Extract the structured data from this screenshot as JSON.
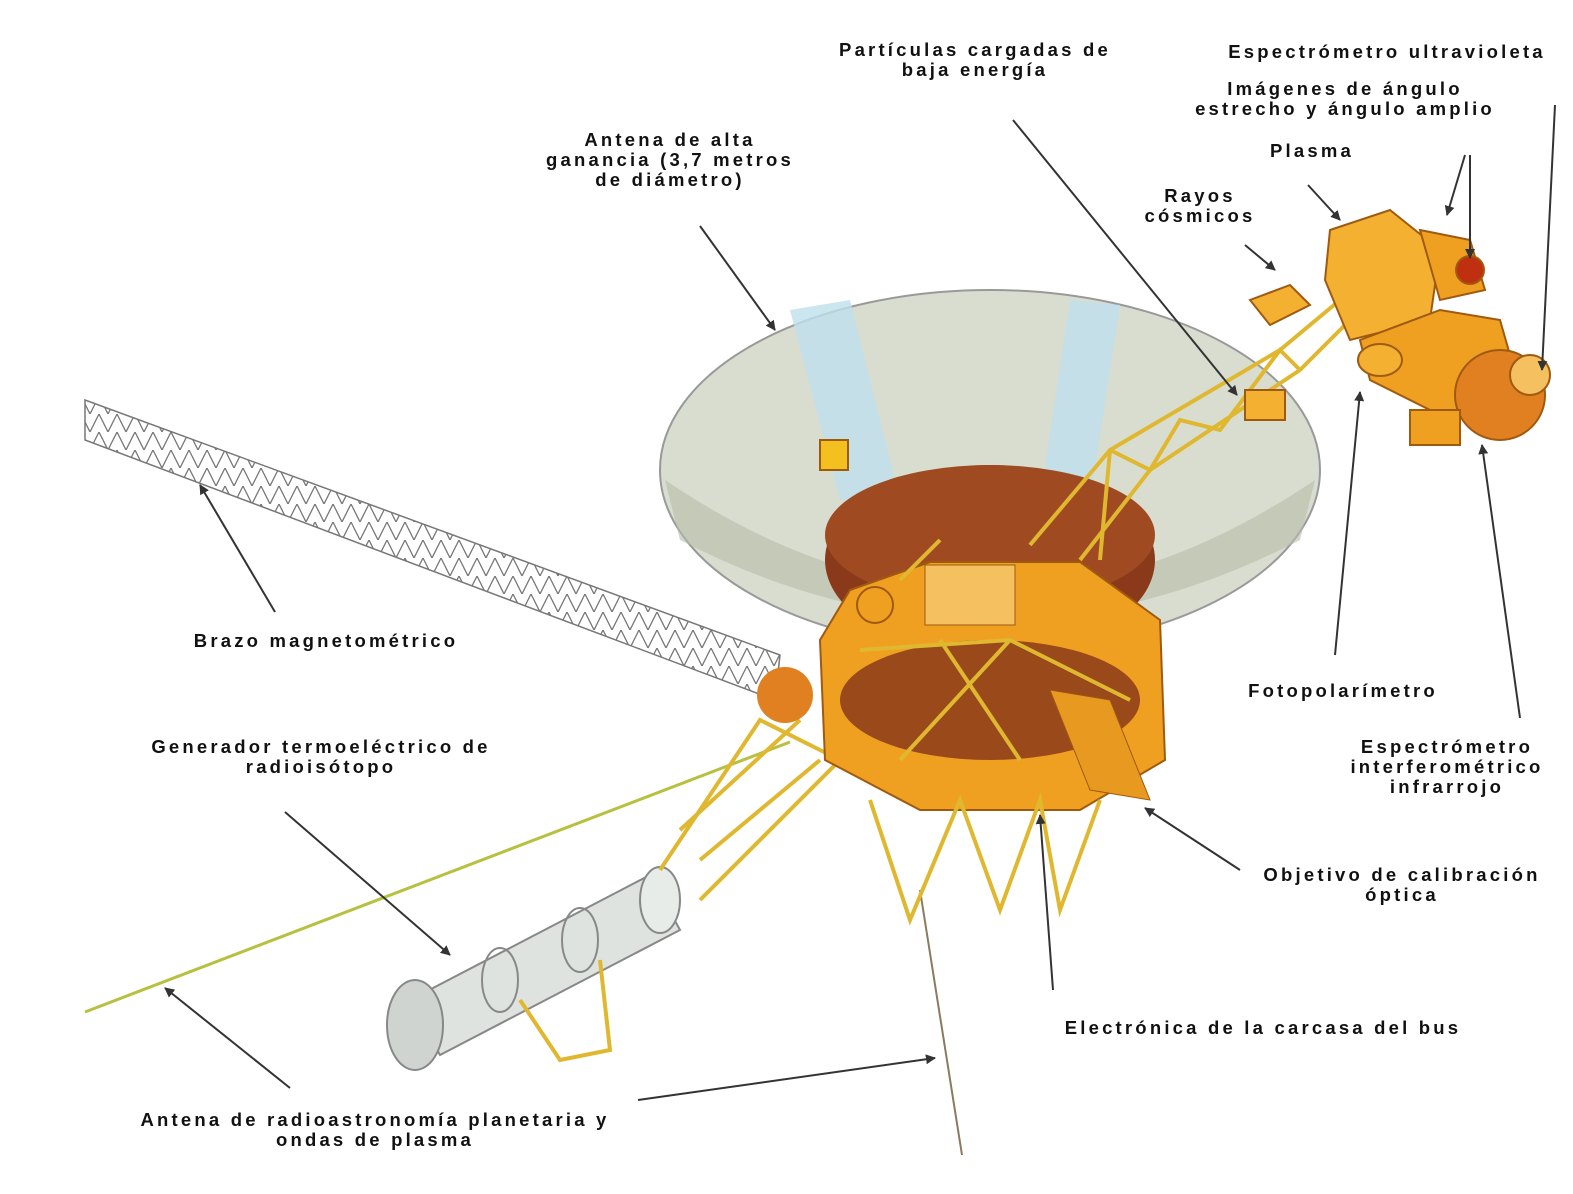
{
  "labels": {
    "low_energy_particles": [
      "Partículas cargadas de",
      "baja energía"
    ],
    "uv_spectrometer": [
      "Espectrómetro ultravioleta"
    ],
    "imaging": [
      "Imágenes de ángulo",
      "estrecho y ángulo amplio"
    ],
    "plasma": [
      "Plasma"
    ],
    "high_gain_antenna": [
      "Antena de alta",
      "ganancia (3,7 metros",
      "de diámetro)"
    ],
    "cosmic_rays": [
      "Rayos",
      "cósmicos"
    ],
    "magnetometer_boom": [
      "Brazo magnetométrico"
    ],
    "photopolarimeter": [
      "Fotopolarímetro"
    ],
    "rtg": [
      "Generador termoeléctrico de",
      "radioisótopo"
    ],
    "iris": [
      "Espectrómetro",
      "interferométrico",
      "infrarrojo"
    ],
    "optical_calibration": [
      "Objetivo de calibración",
      "óptica"
    ],
    "bus_electronics": [
      "Electrónica de la carcasa del bus"
    ],
    "radio_antenna": [
      "Antena de radioastronomía planetaria y",
      "ondas de plasma"
    ]
  },
  "colors": {
    "bus": "#f0a020",
    "truss": "#e8c040",
    "dish": "#d8ddd0",
    "core": "#8a3a1a",
    "arrow": "#333333"
  }
}
